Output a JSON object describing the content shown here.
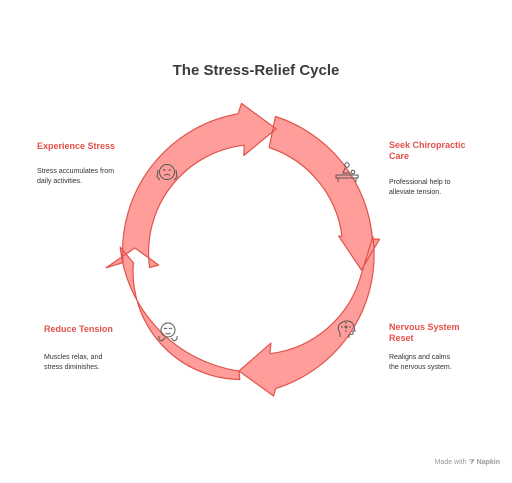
{
  "title": "The Stress-Relief Cycle",
  "colors": {
    "ring_fill": "#fe9d9a",
    "ring_stroke": "#e2524b",
    "title_accent": "#e2524b",
    "icon": "#555555"
  },
  "steps": [
    {
      "id": "seek",
      "title_line1": "Seek Chiropractic",
      "title_line2": "Care",
      "desc_line1": "Professional help to",
      "desc_line2": "alleviate tension.",
      "icon": "chiropractic-table-icon"
    },
    {
      "id": "reset",
      "title_line1": "Nervous System",
      "title_line2": "Reset",
      "desc_line1": "Realigns and calms",
      "desc_line2": "the nervous system.",
      "icon": "head-nerves-icon"
    },
    {
      "id": "reduce",
      "title_line1": "Reduce Tension",
      "title_line2": "",
      "desc_line1": "Muscles relax, and",
      "desc_line2": "stress diminishes.",
      "icon": "relaxed-face-icon"
    },
    {
      "id": "experience",
      "title_line1": "Experience Stress",
      "title_line2": "",
      "desc_line1": "Stress accumulates from",
      "desc_line2": "daily activities.",
      "icon": "stressed-face-icon"
    }
  ],
  "footer": {
    "made_with": "Made with",
    "brand": "Napkin"
  }
}
